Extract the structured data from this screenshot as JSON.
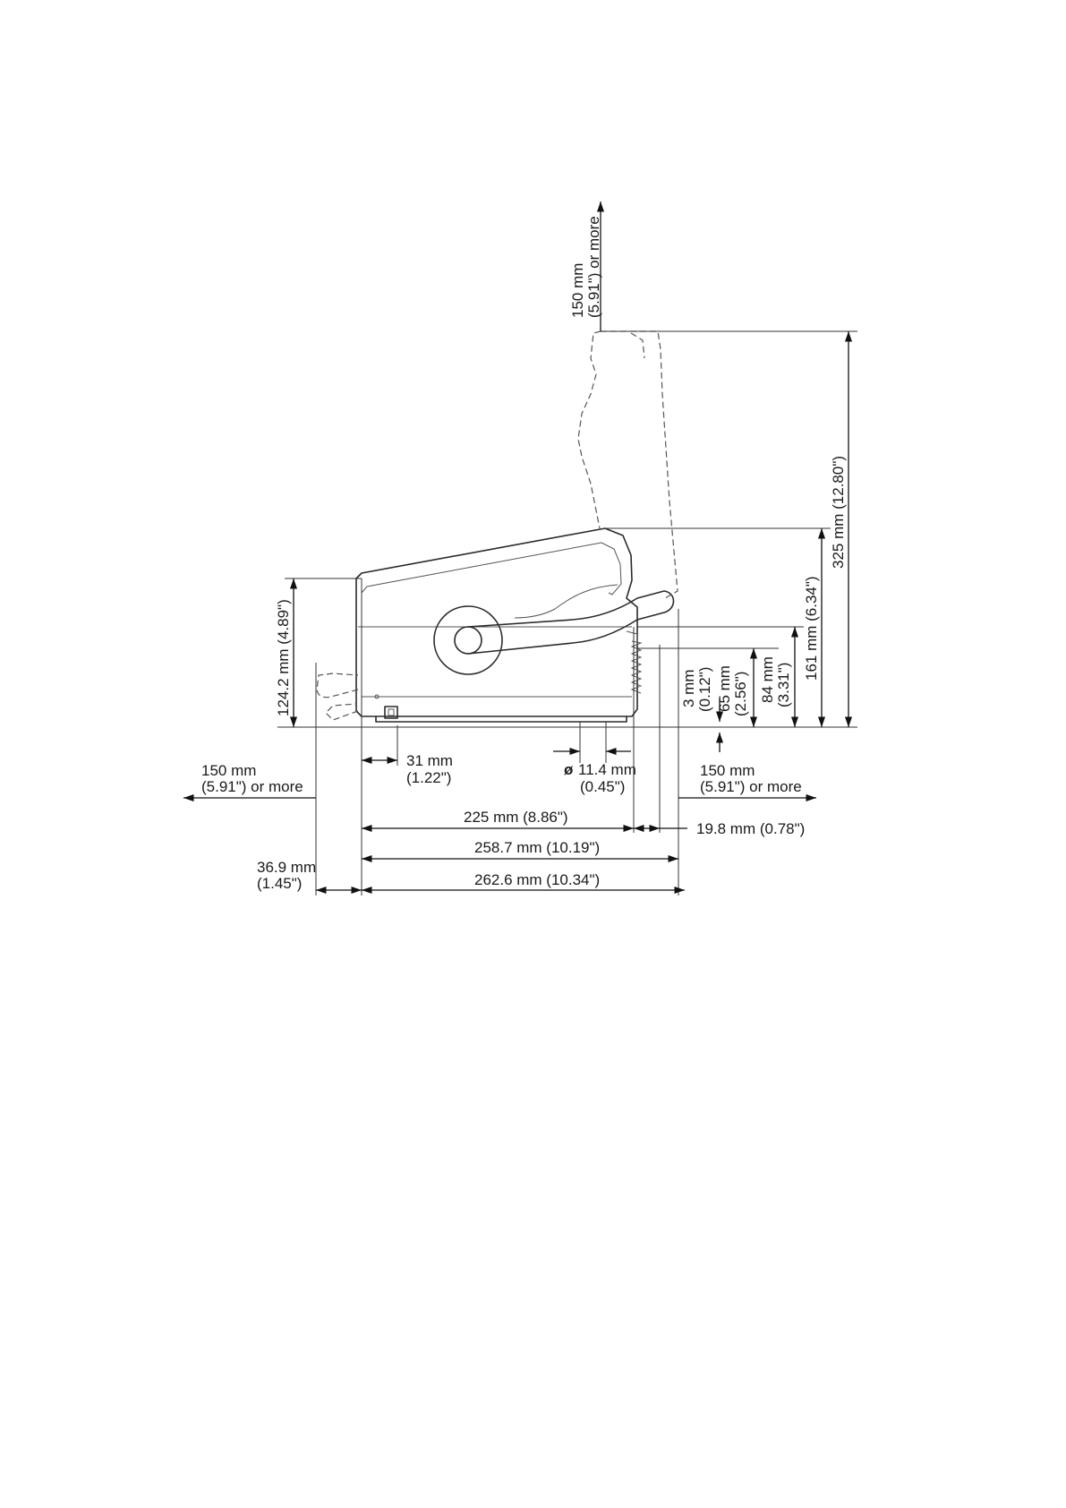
{
  "diagram": {
    "labels": {
      "top_clearance_mm": "150 mm",
      "top_clearance_in": "(5.91\") or more",
      "height_open_cover": "325 mm (12.80\")",
      "height_161": "161 mm (6.34\")",
      "height_84_mm": "84 mm",
      "height_84_in": "(3.31\")",
      "height_65_mm": "65 mm",
      "height_65_in": "(2.56\")",
      "height_3_mm": "3 mm",
      "height_3_in": "(0.12\")",
      "height_124": "124.2 mm (4.89\")",
      "left_clearance_mm": "150 mm",
      "left_clearance_in": "(5.91\") or more",
      "right_clearance_mm": "150 mm",
      "right_clearance_in": "(5.91\") or more",
      "offset_31_mm": "31 mm",
      "offset_31_in": "(1.22\")",
      "diameter_mm": "11.4 mm",
      "diameter_in": "(0.45\")",
      "diameter_symbol": "ø",
      "width_225": "225 mm (8.86\")",
      "depth_19_8": "19.8 mm (0.78\")",
      "width_258_7": "258.7 mm (10.19\")",
      "width_262_6": "262.6 mm (10.34\")",
      "offset_36_9_mm": "36.9 mm",
      "offset_36_9_in": "(1.45\")"
    }
  }
}
